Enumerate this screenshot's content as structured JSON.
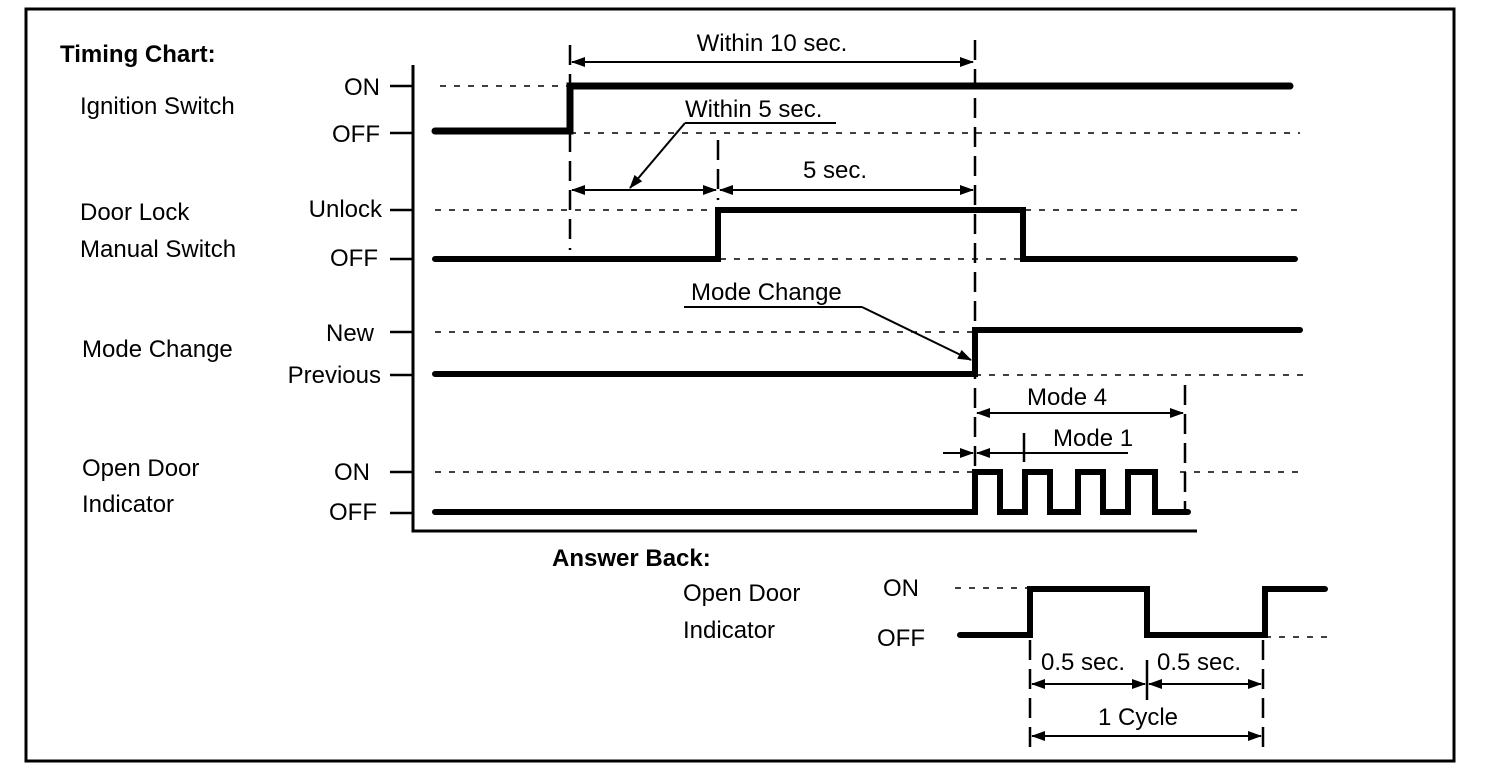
{
  "header": {
    "timing_chart_title": "Timing Chart:",
    "answer_back_title": "Answer Back:"
  },
  "signals": {
    "ignition": {
      "name": "Ignition Switch",
      "high": "ON",
      "low": "OFF"
    },
    "door_lock": {
      "name_line1": "Door Lock",
      "name_line2": "Manual Switch",
      "high": "Unlock",
      "low": "OFF"
    },
    "mode_change": {
      "name": "Mode Change",
      "high": "New",
      "low": "Previous"
    },
    "open_door": {
      "name_line1": "Open Door",
      "name_line2": "Indicator",
      "high": "ON",
      "low": "OFF"
    }
  },
  "annotations": {
    "within_10": "Within 10 sec.",
    "within_5": "Within 5 sec.",
    "five_sec": "5 sec.",
    "mode_change_callout": "Mode Change",
    "mode_4": "Mode 4",
    "mode_1": "Mode 1"
  },
  "answer_back": {
    "name_line1": "Open Door",
    "name_line2": "Indicator",
    "high": "ON",
    "low": "OFF",
    "half_a": "0.5 sec.",
    "half_b": "0.5 sec.",
    "cycle": "1 Cycle"
  },
  "colors": {
    "line": "#000000",
    "background": "#ffffff"
  }
}
